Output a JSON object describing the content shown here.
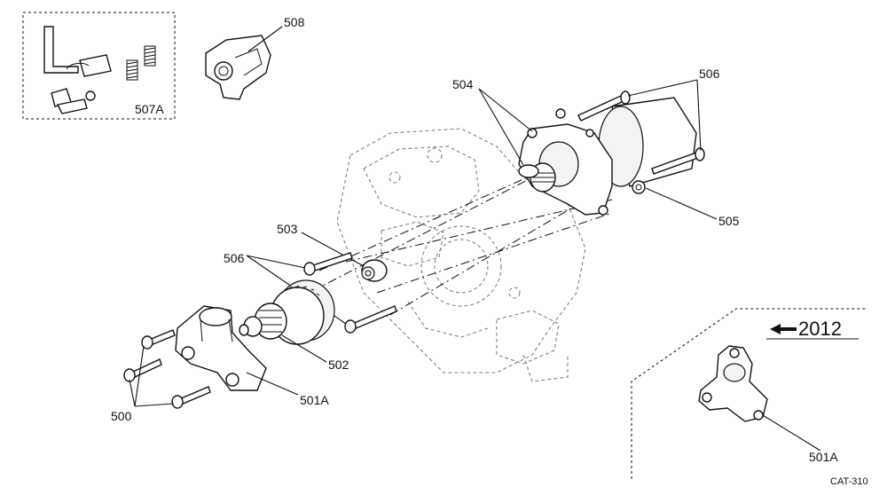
{
  "labels": {
    "l500": "500",
    "l501A": "501A",
    "l502": "502",
    "l503": "503",
    "l504": "504",
    "l505": "505",
    "l506a": "506",
    "l506b": "506",
    "l507A": "507A",
    "l508": "508",
    "l501A_inset": "501A"
  },
  "inset": {
    "year": "2012",
    "arrow": "←"
  },
  "reference": "CAT-310"
}
